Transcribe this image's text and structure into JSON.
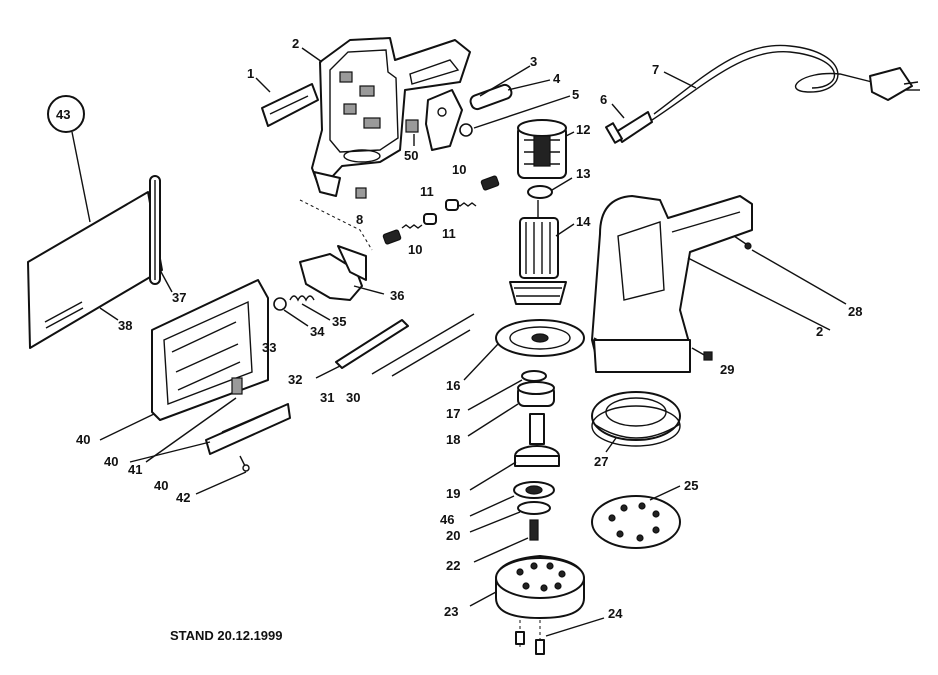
{
  "footer": {
    "stamp": "STAND 20.12.1999"
  },
  "callouts": {
    "p1": "1",
    "p2": "2",
    "p2b": "2",
    "p3": "3",
    "p4": "4",
    "p5": "5",
    "p6": "6",
    "p7": "7",
    "p8": "8",
    "p10a": "10",
    "p10b": "10",
    "p11a": "11",
    "p11b": "11",
    "p12": "12",
    "p13": "13",
    "p14": "14",
    "p16": "16",
    "p17": "17",
    "p18": "18",
    "p19": "19",
    "p20": "20",
    "p22": "22",
    "p23": "23",
    "p24": "24",
    "p25": "25",
    "p27": "27",
    "p28": "28",
    "p29": "29",
    "p30": "30",
    "p31": "31",
    "p32": "32",
    "p33": "33",
    "p34": "34",
    "p35": "35",
    "p36": "36",
    "p37": "37",
    "p38": "38",
    "p40a": "40",
    "p40b": "40",
    "p40c": "40",
    "p41": "41",
    "p42": "42",
    "p43": "43",
    "p46": "46",
    "p50": "50"
  }
}
